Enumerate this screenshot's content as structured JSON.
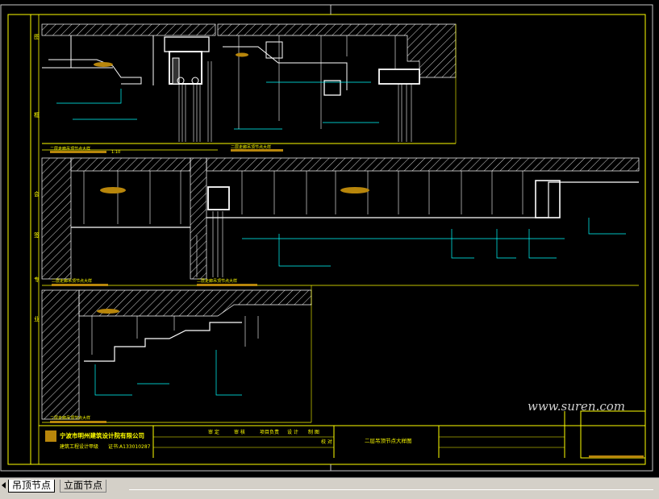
{
  "drawing": {
    "company_name": "宁波市明州建筑设计院有限公司",
    "company_sub": "建筑工程设计甲级",
    "cert_no": "证书:A133010287",
    "sheet_title": "二层吊顶节点大样图",
    "watermark": "www.suren.com",
    "scale_label": "1:10",
    "section_labels": [
      "二层走廊吊顶节点大样",
      "二层走廊吊顶节点大样",
      "二层走廊吊顶节点大样",
      "二层走廊吊顶节点大样",
      "二层走廊吊顶节点大样"
    ],
    "titleblock_headers": [
      "审 定",
      "审 核",
      "项目负责",
      "设 计",
      "制 图",
      "校 对"
    ],
    "left_margin_labels": [
      "图",
      "框",
      "会",
      "签",
      "专",
      "业"
    ]
  },
  "tabs": [
    {
      "label": "吊顶节点",
      "active": true
    },
    {
      "label": "立面节点",
      "active": false
    }
  ],
  "colors": {
    "background": "#000000",
    "drawing_lines": "#ffff00",
    "detail_lines": "#ffffff",
    "dims": "#00ffff",
    "tag_fill": "#b8860b",
    "hatch": "#ffffff"
  }
}
